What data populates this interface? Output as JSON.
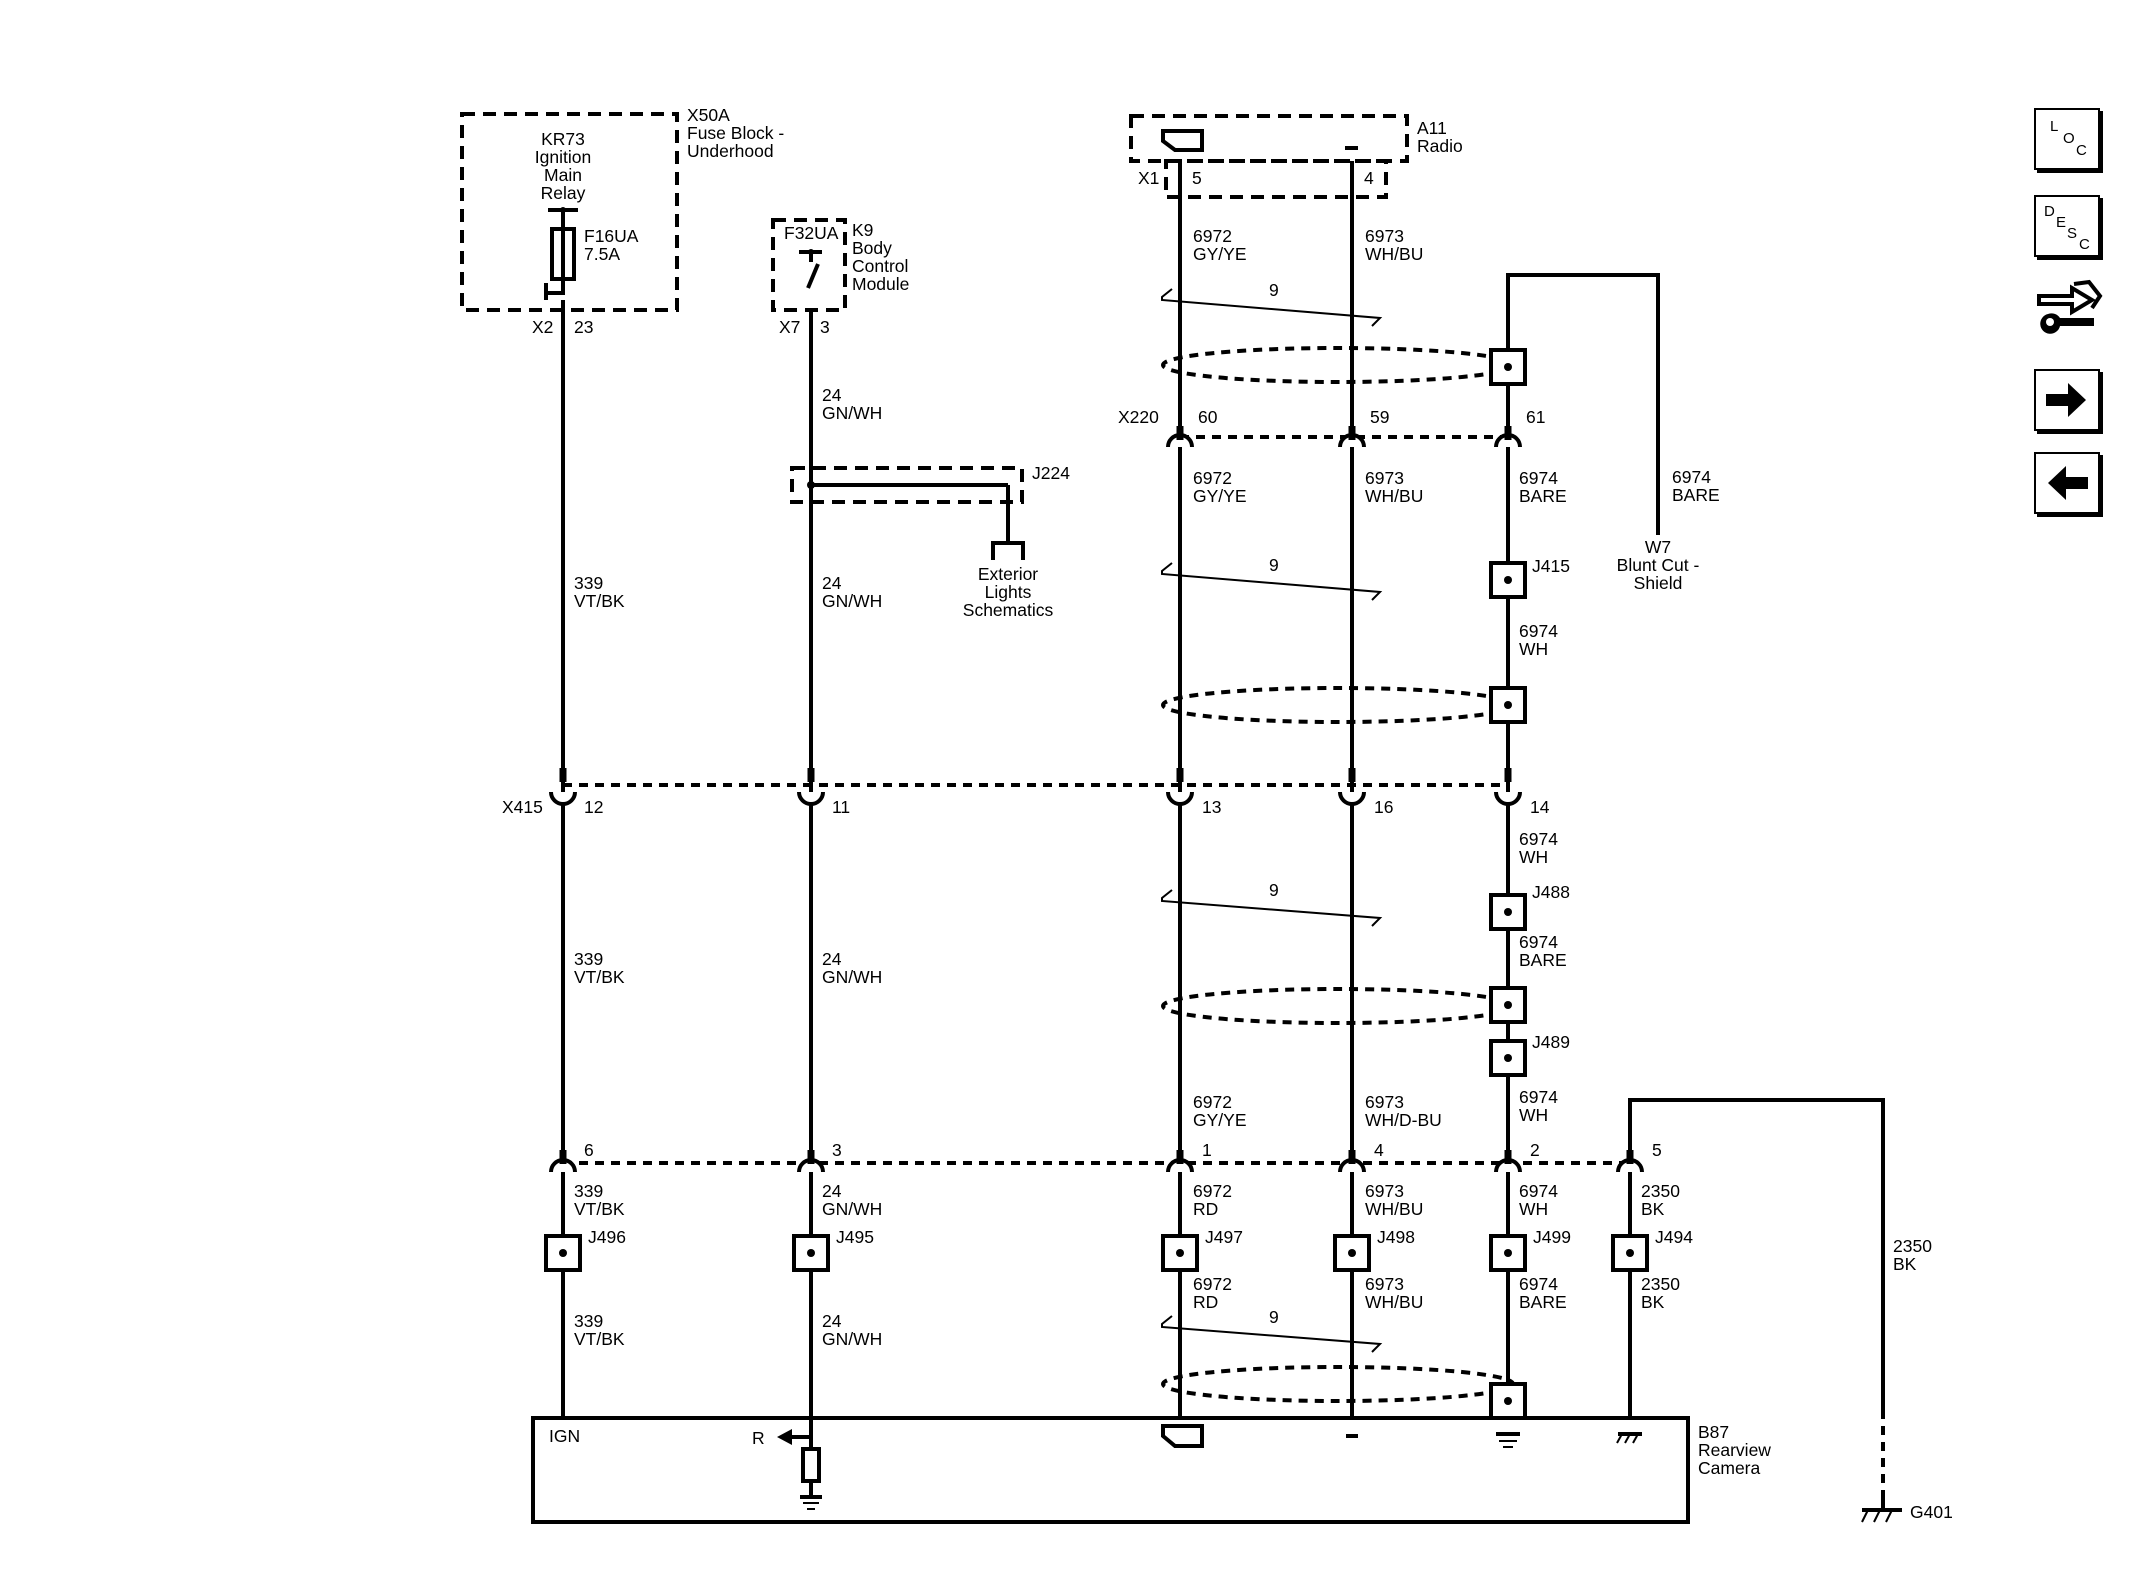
{
  "components": {
    "fuse_block": {
      "ref": "X50A",
      "name_l1": "Fuse Block -",
      "name_l2": "Underhood"
    },
    "relay": {
      "l1": "KR73",
      "l2": "Ignition",
      "l3": "Main",
      "l4": "Relay"
    },
    "fuse": {
      "ref": "F16UA",
      "rating": "7.5A"
    },
    "bcm": {
      "fuse": "F32UA",
      "ref": "K9",
      "l1": "Body",
      "l2": "Control",
      "l3": "Module"
    },
    "radio": {
      "ref": "A11",
      "name": "Radio"
    },
    "camera": {
      "ref": "B87",
      "l1": "Rearview",
      "l2": "Camera",
      "pin_ign": "IGN",
      "pin_r": "R"
    },
    "shield": {
      "ref": "W7",
      "l1": "Blunt Cut -",
      "l2": "Shield"
    },
    "exterior": {
      "l1": "Exterior",
      "l2": "Lights",
      "l3": "Schematics"
    },
    "ground": "G401"
  },
  "connectors": {
    "x2": "X2",
    "x2_pin": "23",
    "x7": "X7",
    "x7_pin": "3",
    "x1": "X1",
    "x1_pin5": "5",
    "x1_pin4": "4",
    "x220": "X220",
    "x220_p60": "60",
    "x220_p59": "59",
    "x220_p61": "61",
    "x415": "X415",
    "x415_p12": "12",
    "x415_p11": "11",
    "x415_p13": "13",
    "x415_p16": "16",
    "x415_p14": "14",
    "cam_p6": "6",
    "cam_p3": "3",
    "cam_p1": "1",
    "cam_p4": "4",
    "cam_p2": "2",
    "cam_p5": "5"
  },
  "splices": {
    "j224": "J224",
    "j415": "J415",
    "j488": "J488",
    "j489": "J489",
    "j496": "J496",
    "j495": "J495",
    "j497": "J497",
    "j498": "J498",
    "j499": "J499",
    "j494": "J494"
  },
  "twist": "9",
  "wires": {
    "c339": "339",
    "vtbk": "VT/BK",
    "c24": "24",
    "gnwh": "GN/WH",
    "c6972": "6972",
    "gyye": "GY/YE",
    "rd": "RD",
    "c6973": "6973",
    "whbu": "WH/BU",
    "whdbu": "WH/D-BU",
    "c6974": "6974",
    "bare": "BARE",
    "wh": "WH",
    "c2350": "2350",
    "bk": "BK"
  },
  "nav": {
    "loc": [
      "L",
      "O",
      "C"
    ],
    "desc": [
      "D",
      "E",
      "S",
      "C"
    ]
  }
}
